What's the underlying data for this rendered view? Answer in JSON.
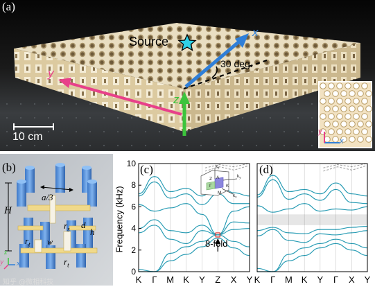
{
  "panel_a": {
    "label": "(a)",
    "source_label": "Source",
    "x_label": "x",
    "y_label": "y",
    "z_label": "z",
    "angle_label": "30 deg.",
    "scale_bar_label": "10 cm",
    "inset_x_label": "x",
    "inset_y_label": "y"
  },
  "panel_b": {
    "label": "(b)",
    "a_label": "a/3",
    "H_label": "H",
    "rs_label": "r",
    "rs_sub": "s",
    "d_label": "d",
    "h_label": "h",
    "rt_label": "r",
    "rt_sub": "t",
    "w_label": "w",
    "rt2_label": "r",
    "rt2_sub": "t",
    "axis_y": "y",
    "axis_z": "z",
    "axis_x": "x"
  },
  "panel_c": {
    "label": "(c)",
    "ylabel": "Frequency (kHz)",
    "annotation": "8-fold",
    "bz_labels": [
      "k",
      "Z",
      "Γ",
      "A",
      "K",
      "M",
      "k",
      "k"
    ],
    "bz_subs": [
      "z",
      "",
      "",
      "",
      "",
      "",
      "y",
      "x"
    ]
  },
  "panel_d": {
    "label": "(d)"
  },
  "watermark": "知乎 @微相科技",
  "colors": {
    "band": "#2a9db5",
    "gap": "#e6e6e6",
    "dashed": "#9a9a9a",
    "source_star": "#2fd0e6",
    "x_arrow": "#2f7fd8",
    "y_arrow": "#e8408a",
    "z_arrow": "#3cc43c"
  },
  "chart_data": [
    {
      "type": "line",
      "title": "(c)",
      "ylabel": "Frequency (kHz)",
      "ylim": [
        0,
        10
      ],
      "yticks": [
        0,
        2,
        4,
        6,
        8,
        10
      ],
      "categories": [
        "K",
        "Γ",
        "M",
        "K",
        "Y",
        "Z",
        "X",
        "Y"
      ],
      "series": [
        {
          "x": [
            0,
            1,
            2,
            3,
            4,
            5,
            6,
            7
          ],
          "values": [
            0.0,
            0.0,
            1.0,
            1.6,
            2.3,
            3.1,
            2.2,
            1.5
          ]
        },
        {
          "x": [
            0,
            1,
            2,
            3,
            4,
            5,
            6,
            7
          ],
          "values": [
            0.2,
            0.0,
            1.7,
            2.3,
            2.8,
            3.4,
            2.8,
            2.3
          ]
        },
        {
          "x": [
            0,
            1,
            2,
            3,
            4,
            5,
            6,
            7
          ],
          "values": [
            3.6,
            4.3,
            3.0,
            2.6,
            3.8,
            3.4,
            3.9,
            4.0
          ]
        },
        {
          "x": [
            0,
            1,
            2,
            3,
            4,
            5,
            6,
            7
          ],
          "values": [
            4.0,
            4.8,
            3.8,
            3.6,
            4.3,
            3.4,
            4.6,
            4.5
          ]
        },
        {
          "x": [
            0,
            1,
            2,
            3,
            4,
            5,
            6,
            7
          ],
          "values": [
            6.2,
            5.6,
            5.9,
            6.3,
            5.3,
            3.4,
            5.6,
            6.0
          ]
        },
        {
          "x": [
            0,
            1,
            2,
            3,
            4,
            5,
            6,
            7
          ],
          "values": [
            7.0,
            8.3,
            6.8,
            7.2,
            6.2,
            7.2,
            6.3,
            6.3
          ]
        },
        {
          "x": [
            0,
            1,
            2,
            3,
            4,
            5,
            6,
            7
          ],
          "values": [
            7.2,
            8.8,
            7.4,
            7.7,
            7.0,
            8.4,
            7.3,
            7.0
          ]
        }
      ],
      "annotation": {
        "text": "8-fold",
        "x": 5,
        "y": 3.4
      }
    },
    {
      "type": "line",
      "title": "(d)",
      "ylim": [
        0,
        10
      ],
      "categories": [
        "K",
        "Γ",
        "M",
        "K",
        "Y",
        "Γ",
        "X",
        "Y"
      ],
      "band_gap": [
        4.3,
        5.3
      ],
      "series": [
        {
          "x": [
            0,
            1,
            2,
            3,
            4,
            5,
            6,
            7
          ],
          "values": [
            0.0,
            0.0,
            1.0,
            1.5,
            2.2,
            2.6,
            2.0,
            1.5
          ]
        },
        {
          "x": [
            0,
            1,
            2,
            3,
            4,
            5,
            6,
            7
          ],
          "values": [
            0.3,
            0.0,
            1.6,
            2.2,
            2.6,
            3.0,
            2.6,
            2.2
          ]
        },
        {
          "x": [
            0,
            1,
            2,
            3,
            4,
            5,
            6,
            7
          ],
          "values": [
            3.3,
            3.9,
            2.9,
            2.7,
            3.5,
            3.4,
            3.6,
            3.8
          ]
        },
        {
          "x": [
            0,
            1,
            2,
            3,
            4,
            5,
            6,
            7
          ],
          "values": [
            3.8,
            4.1,
            3.6,
            3.5,
            3.9,
            3.9,
            4.1,
            4.2
          ]
        },
        {
          "x": [
            0,
            1,
            2,
            3,
            4,
            5,
            6,
            7
          ],
          "values": [
            6.1,
            5.5,
            5.8,
            6.3,
            5.6,
            5.8,
            5.7,
            6.0
          ]
        },
        {
          "x": [
            0,
            1,
            2,
            3,
            4,
            5,
            6,
            7
          ],
          "values": [
            6.9,
            8.5,
            6.7,
            7.2,
            6.6,
            7.6,
            6.4,
            6.3
          ]
        },
        {
          "x": [
            0,
            1,
            2,
            3,
            4,
            5,
            6,
            7
          ],
          "values": [
            7.1,
            8.9,
            7.4,
            7.6,
            7.2,
            8.2,
            7.2,
            7.0
          ]
        }
      ]
    }
  ]
}
